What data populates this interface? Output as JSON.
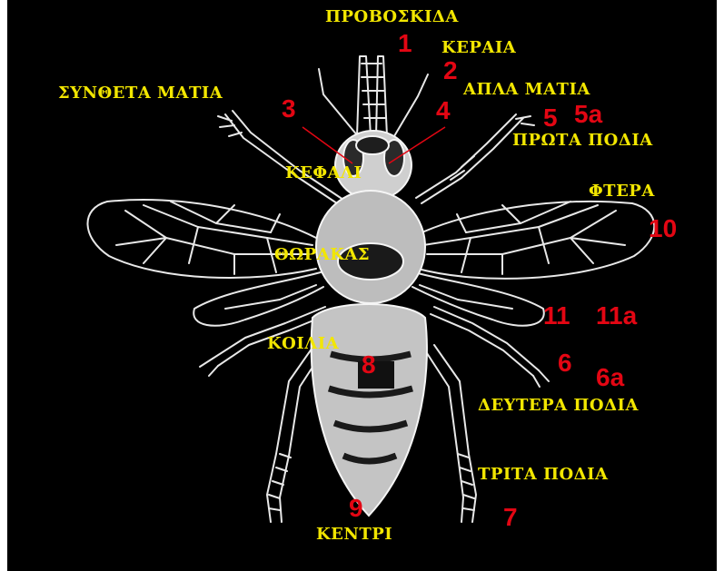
{
  "labels": {
    "proboscis": "ΠΡΟΒΟΣΚΙΔΑ",
    "antenna": "ΚΕΡΑΙΑ",
    "compound_eyes": "ΣΥΝΘΕΤΑ ΜΑΤΙΑ",
    "simple_eyes": "ΑΠΛΑ ΜΑΤΙΑ",
    "first_legs": "ΠΡΩΤΑ ΠΟΔΙΑ",
    "head": "ΚΕΦΑΛΙ",
    "wings": "ΦΤΕΡΑ",
    "thorax": "ΘΩΡΑΚΑΣ",
    "abdomen": "ΚΟΙΛΙΑ",
    "second_legs": "ΔΕΥΤΕΡΑ ΠΟΔΙΑ",
    "third_legs": "ΤΡΙΤΑ ΠΟΔΙΑ",
    "sting": "ΚΕΝΤΡΙ"
  },
  "numbers": {
    "n1": "1",
    "n2": "2",
    "n3": "3",
    "n4": "4",
    "n5": "5",
    "n5a": "5a",
    "n6": "6",
    "n6a": "6a",
    "n7": "7",
    "n8": "8",
    "n9": "9",
    "n10": "10",
    "n11": "11",
    "n11a": "11a"
  },
  "colors": {
    "background": "#000000",
    "label_text": "#f2e600",
    "number_text": "#e30613",
    "drawing": "#e8e8e8",
    "pointer_lines": "#e30613"
  }
}
